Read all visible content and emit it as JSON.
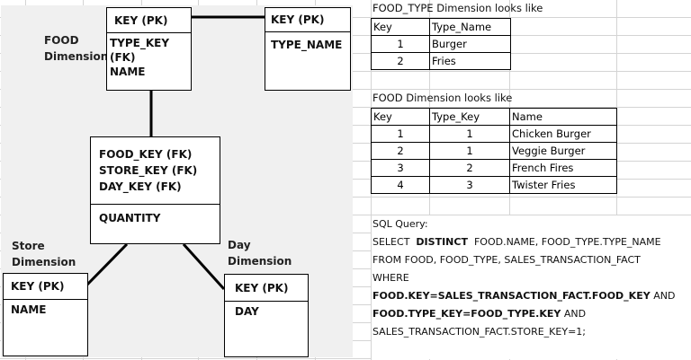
{
  "diagram": {
    "food_dimension": {
      "label": "FOOD\nDimension",
      "label_line1": "FOOD",
      "label_line2": "Dimension",
      "pk": "KEY (PK)",
      "fields": [
        "TYPE_KEY (FK)",
        "NAME"
      ]
    },
    "food_type_entity": {
      "pk": "KEY (PK)",
      "fields": [
        "TYPE_NAME"
      ]
    },
    "fact": {
      "fields": [
        "FOOD_KEY (FK)",
        "STORE_KEY (FK)",
        "DAY_KEY (FK)"
      ],
      "measures": [
        "QUANTITY"
      ]
    },
    "store_dimension": {
      "label_line1": "Store",
      "label_line2": "Dimension",
      "pk": "KEY (PK)",
      "fields": [
        "NAME"
      ]
    },
    "day_dimension": {
      "label_line1": "Day",
      "label_line2": "Dimension",
      "pk": "KEY (PK)",
      "fields": [
        "DAY"
      ]
    }
  },
  "food_type_table": {
    "title": "FOOD_TYPE Dimension looks like",
    "headers": [
      "Key",
      "Type_Name"
    ],
    "rows": [
      [
        "1",
        "Burger"
      ],
      [
        "2",
        "Fries"
      ]
    ]
  },
  "food_table": {
    "title": "FOOD Dimension looks like",
    "headers": [
      "Key",
      "Type_Key",
      "Name"
    ],
    "rows": [
      [
        "1",
        "1",
        "Chicken Burger"
      ],
      [
        "2",
        "1",
        "Veggie Burger"
      ],
      [
        "3",
        "2",
        "French Fires"
      ],
      [
        "4",
        "3",
        "Twister Fries"
      ]
    ]
  },
  "sql": {
    "label": "SQL Query:",
    "select": "SELECT",
    "distinct": "DISTINCT",
    "select_rest": "FOOD.NAME, FOOD_TYPE.TYPE_NAME",
    "from": "FROM FOOD, FOOD_TYPE, SALES_TRANSACTION_FACT",
    "where": "WHERE",
    "cond1": "FOOD.KEY=SALES_TRANSACTION_FACT.FOOD_KEY",
    "and1": "AND",
    "cond2": "FOOD.TYPE_KEY=FOOD_TYPE.KEY",
    "and2": "AND",
    "cond3": "SALES_TRANSACTION_FACT.STORE_KEY=1;"
  }
}
